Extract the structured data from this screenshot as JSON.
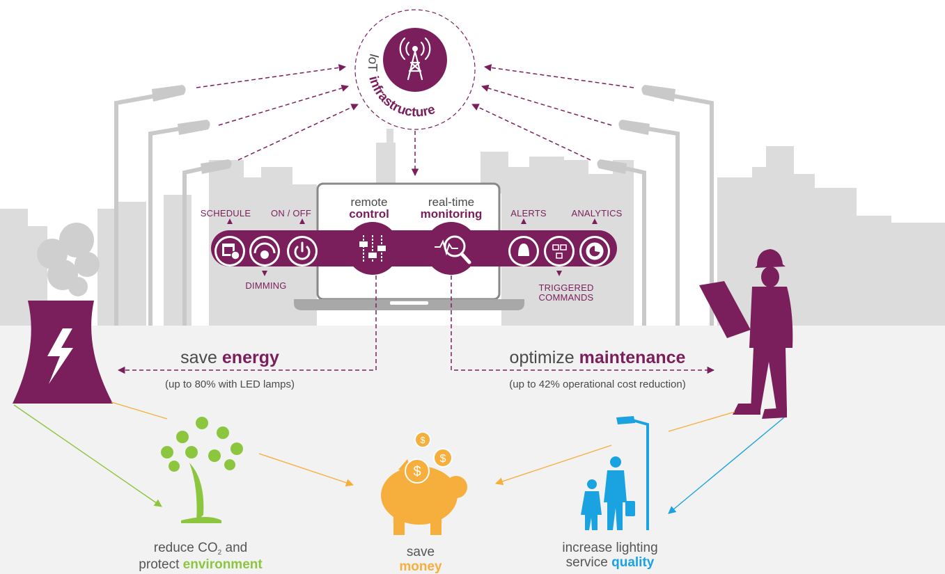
{
  "hub": {
    "label_top": "IoT",
    "label_bottom": "infrastructure",
    "icon": "radio-tower-icon"
  },
  "laptop": {
    "remote_control": {
      "line1": "remote",
      "line2": "control",
      "icon": "sliders-icon"
    },
    "monitoring": {
      "line1": "real-time",
      "line2": "monitoring",
      "icon": "pulse-magnifier-icon"
    }
  },
  "left_features": [
    {
      "label": "SCHEDULE",
      "icon": "calendar-clock-icon"
    },
    {
      "label": "DIMMING",
      "icon": "dimmer-dial-icon"
    },
    {
      "label": "ON / OFF",
      "icon": "power-icon"
    }
  ],
  "right_features": [
    {
      "label": "ALERTS",
      "icon": "alert-bell-icon"
    },
    {
      "label": "TRIGGERED COMMANDS",
      "line1": "TRIGGERED",
      "line2": "COMMANDS",
      "icon": "triggered-commands-icon"
    },
    {
      "label": "ANALYTICS",
      "icon": "pie-chart-icon"
    }
  ],
  "benefits": {
    "energy": {
      "prefix": "save ",
      "strong": "energy",
      "note": "(up to 80% with LED lamps)"
    },
    "maintenance": {
      "prefix": "optimize ",
      "strong": "maintenance",
      "note": "(up to 42% operational cost reduction)"
    }
  },
  "outcomes": {
    "environment": {
      "line1_a": "reduce CO",
      "line1_sub": "2",
      "line1_b": " and",
      "line2_a": "protect ",
      "line2_strong": "environment",
      "icon": "tree-icon"
    },
    "money": {
      "line1": "save",
      "line2_strong": "money",
      "icon": "piggy-bank-icon"
    },
    "quality": {
      "line1": "increase lighting",
      "line2_a": "service ",
      "line2_strong": "quality",
      "icon": "family-under-streetlight-icon"
    }
  },
  "figures": {
    "power_plant": "power-plant-icon",
    "technician": "technician-icon"
  },
  "colors": {
    "purple": "#7a1f5c",
    "green": "#8cc63f",
    "orange": "#f6ae3c",
    "blue": "#1aa3e0",
    "gray_text": "#4a4a4a",
    "city": "#dcdcdc",
    "ground": "#f2f2f2"
  }
}
